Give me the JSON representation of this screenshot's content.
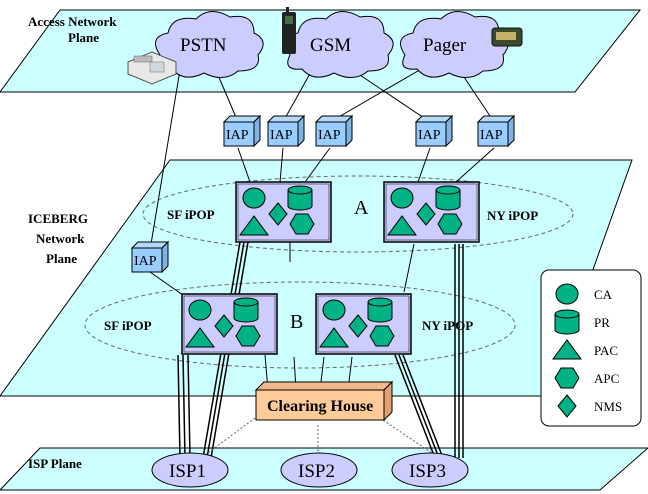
{
  "planes": {
    "access": [
      "Access Network",
      "Plane"
    ],
    "iceberg": [
      "ICEBERG",
      "Network",
      "Plane"
    ],
    "isp": "ISP Plane"
  },
  "access_networks": [
    "PSTN",
    "GSM",
    "Pager"
  ],
  "iap_label": "IAP",
  "ipops": {
    "top_left": "SF iPOP",
    "top_right": "NY iPOP",
    "bottom_left": "SF iPOP",
    "bottom_right": "NY iPOP"
  },
  "clusters": [
    "A",
    "B"
  ],
  "clearing_house": "Clearing House",
  "isps": [
    "ISP1",
    "ISP2",
    "ISP3"
  ],
  "legend": [
    {
      "shape": "circle",
      "label": "CA"
    },
    {
      "shape": "cylinder",
      "label": "PR"
    },
    {
      "shape": "triangle",
      "label": "PAC"
    },
    {
      "shape": "hexagon",
      "label": "APC"
    },
    {
      "shape": "diamond",
      "label": "NMS"
    }
  ],
  "colors": {
    "plane_fill": "#ccffff",
    "cloud_fill": "#ccccff",
    "iap_fill": "#99ccff",
    "ipop_fill": "#ccccff",
    "component_fill": "#00b386",
    "clearing_house_fill": "#ffcc99",
    "isp_fill": "#ccccff"
  }
}
